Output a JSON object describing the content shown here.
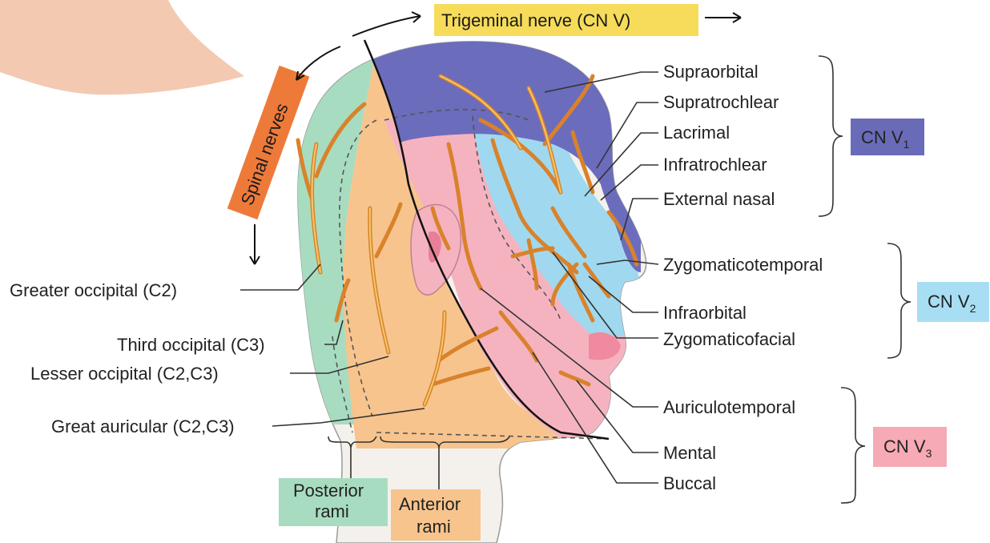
{
  "trigeminal_banner": "Trigeminal nerve (CN V)",
  "spinal_banner": "Spinal nerves",
  "nerve_labels": {
    "supraorbital": "Supraorbital",
    "supratrochlear": "Supratrochlear",
    "lacrimal": "Lacrimal",
    "infratrochlear": "Infratrochlear",
    "external_nasal": "External nasal",
    "zygomaticotemporal": "Zygomaticotemporal",
    "infraorbital": "Infraorbital",
    "zygomaticofacial": "Zygomaticofacial",
    "auriculotemporal": "Auriculotemporal",
    "mental": "Mental",
    "buccal": "Buccal",
    "greater_occipital": "Greater occipital (C2)",
    "third_occipital": "Third occipital (C3)",
    "lesser_occipital": "Lesser occipital (C2,C3)",
    "great_auricular": "Great auricular (C2,C3)"
  },
  "divisions": {
    "v1": {
      "main": "CN V",
      "sub": "1",
      "color": "#6a6bb8"
    },
    "v2": {
      "main": "CN V",
      "sub": "2",
      "color": "#a8def3"
    },
    "v3": {
      "main": "CN V",
      "sub": "3",
      "color": "#f6aab5"
    }
  },
  "rami": {
    "posterior_line1": "Posterior",
    "posterior_line2": "rami",
    "anterior_line1": "Anterior",
    "anterior_line2": "rami"
  },
  "colors": {
    "trigeminal_banner": "#f6dc5a",
    "spinal_banner": "#ee7a3a",
    "posterior_region": "#a8dcc0",
    "anterior_region": "#f7c48d",
    "v1_region": "#6c6cbd",
    "v2_region": "#9fd9ef",
    "v3_region": "#f5b3c0",
    "nerve": "#d9822b",
    "skin": "#f3c9b2"
  }
}
